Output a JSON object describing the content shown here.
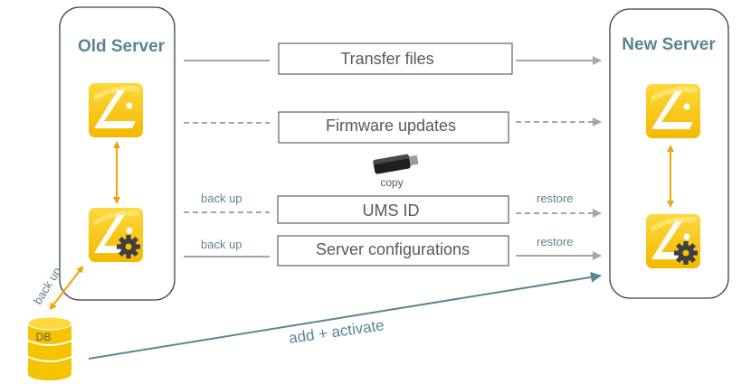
{
  "old_server": {
    "title": "Old Server"
  },
  "new_server": {
    "title": "New Server"
  },
  "processes": {
    "transfer_files": "Transfer files",
    "firmware_updates": "Firmware updates",
    "ums_id": "UMS ID",
    "server_configurations": "Server configurations"
  },
  "edge_labels": {
    "back_up_ums": "back up",
    "restore_ums": "restore",
    "back_up_config": "back up",
    "restore_config": "restore",
    "back_up_db": "back up",
    "add_activate": "add + activate"
  },
  "usb": {
    "label": "copy"
  },
  "db": {
    "label": "DB"
  },
  "colors": {
    "accent_title": "#5a8691",
    "arrow_gray": "#a6a6a6",
    "arrow_orange": "#f0a30a",
    "arrow_teal": "#5a8691",
    "icon_yellow": "#f5c400"
  }
}
